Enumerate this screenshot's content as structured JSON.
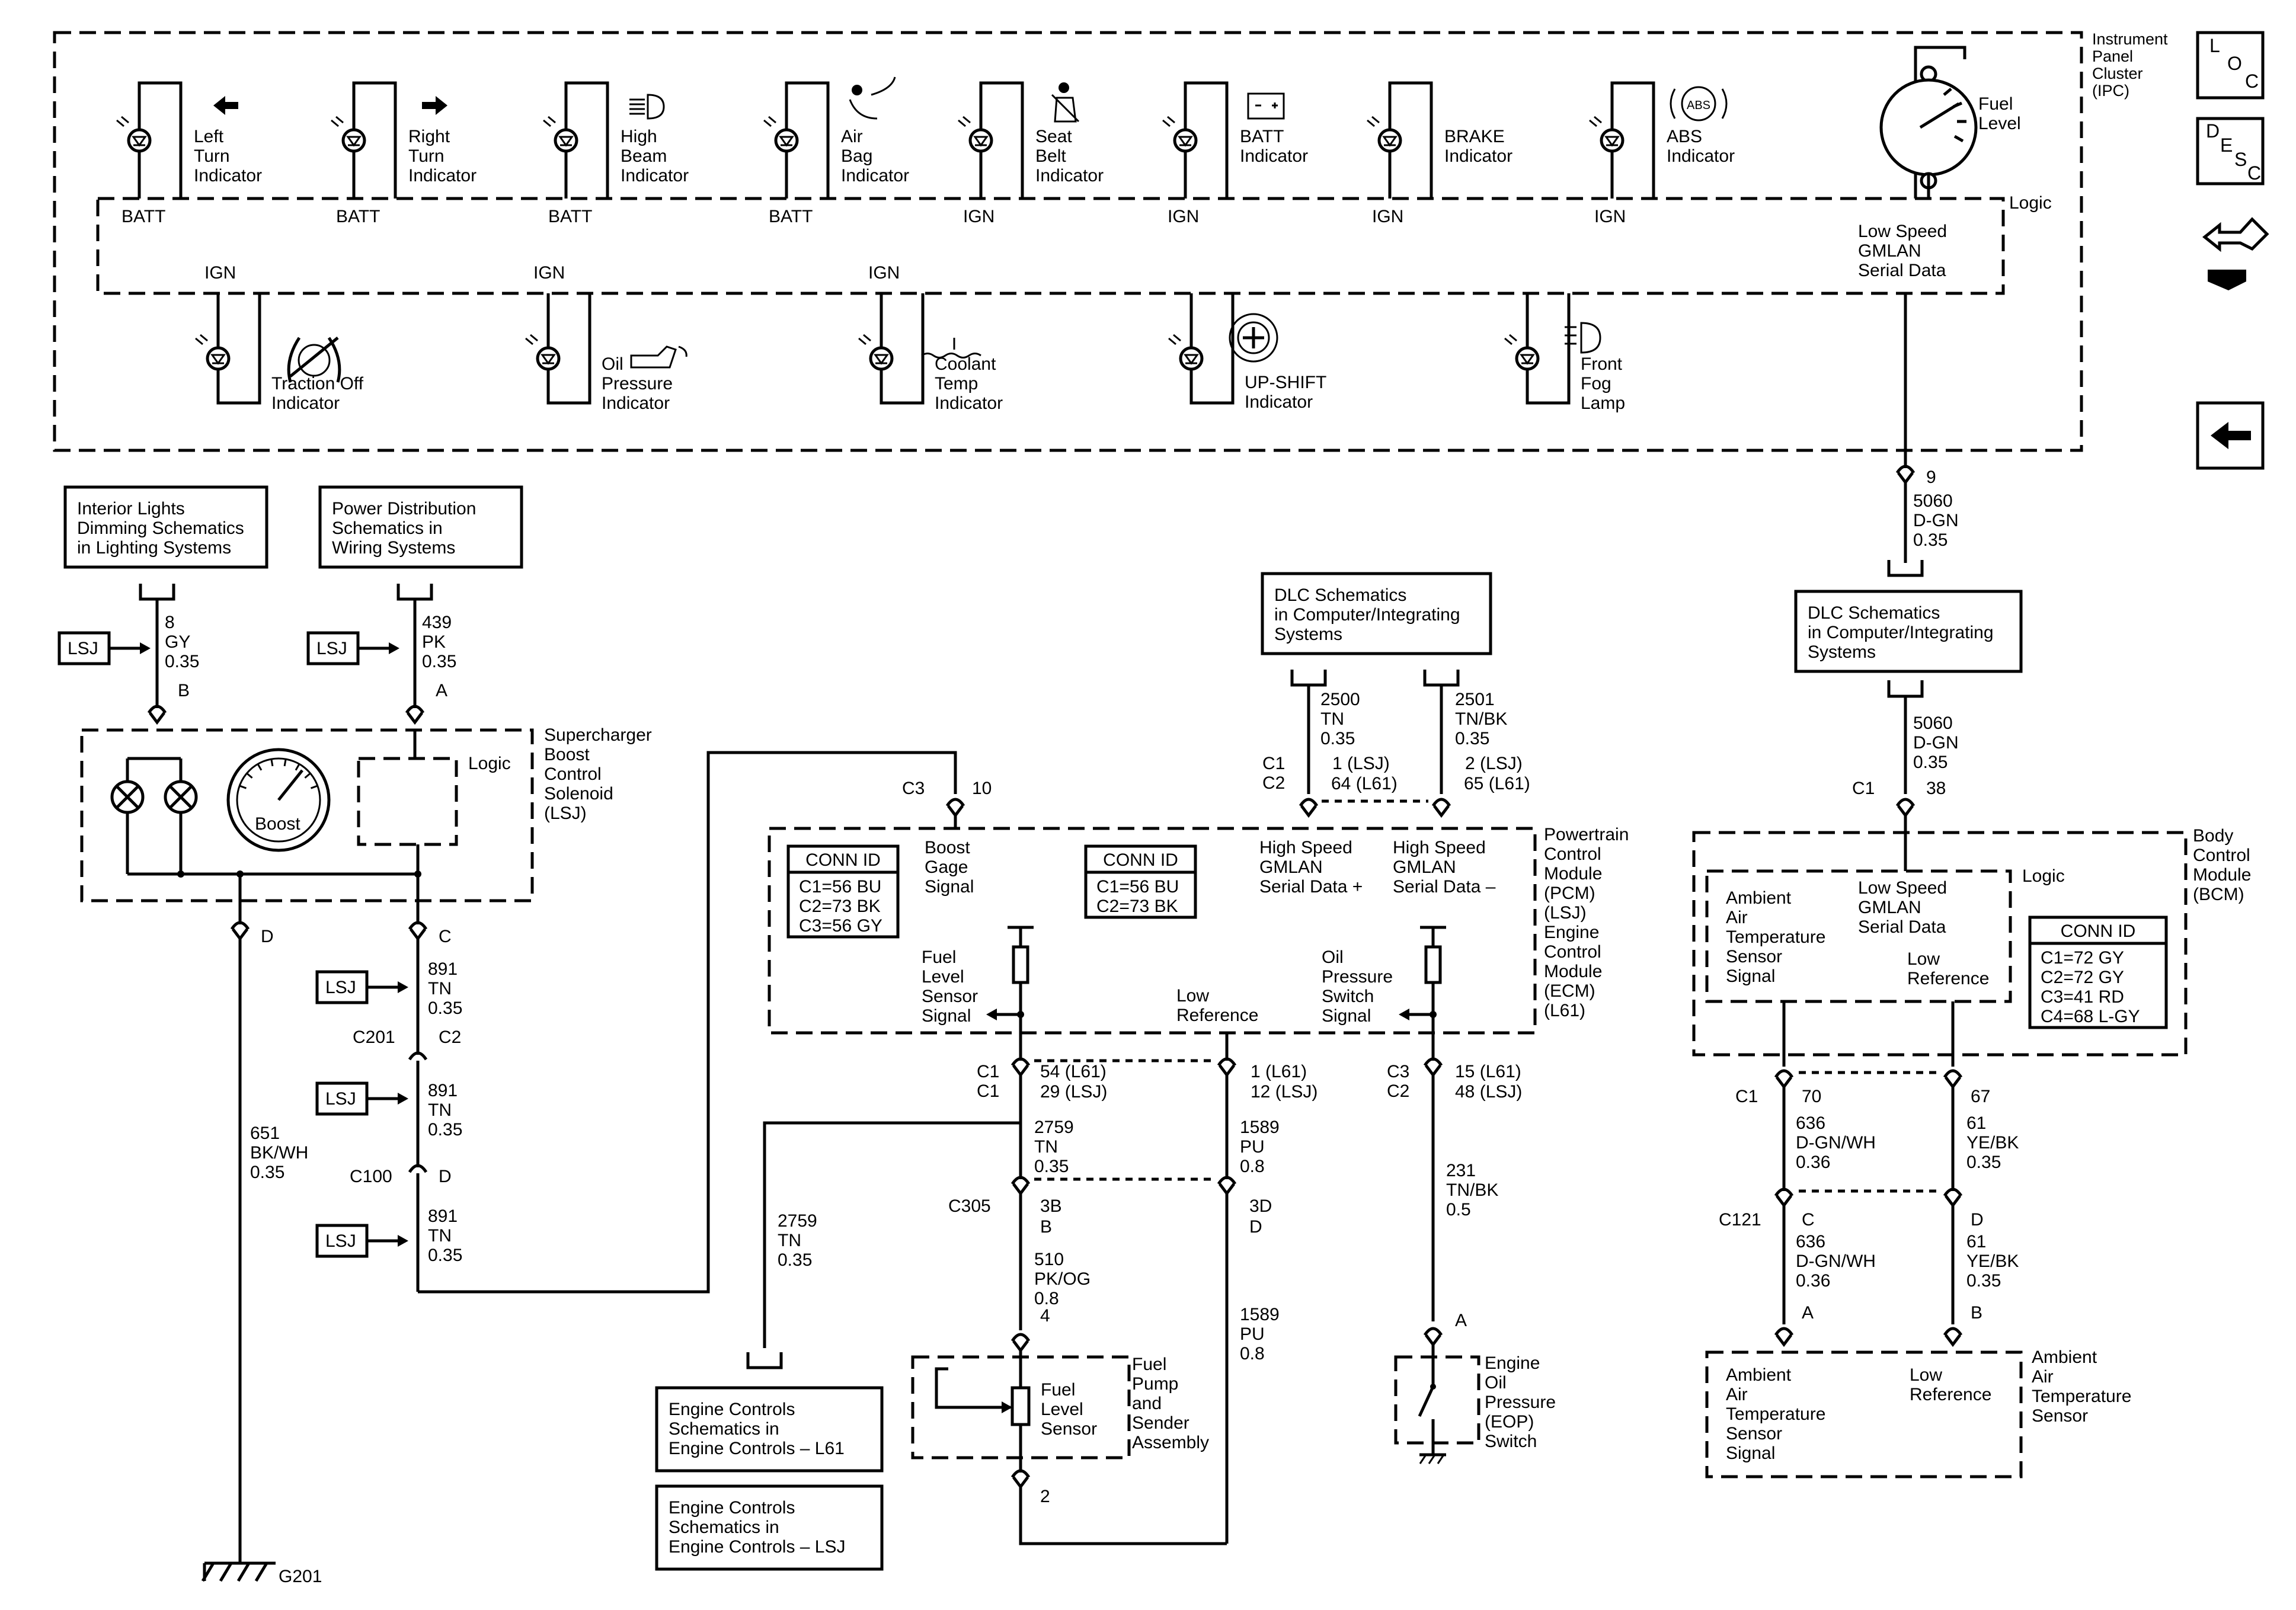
{
  "ipc": {
    "module_label": [
      "Instrument",
      "Panel",
      "Cluster",
      "(IPC)"
    ],
    "logic_label": "Logic",
    "top_indicators": [
      {
        "lines": [
          "Left",
          "Turn",
          "Indicator"
        ],
        "supply": "BATT",
        "icon": "left-arrow-icon"
      },
      {
        "lines": [
          "Right",
          "Turn",
          "Indicator"
        ],
        "supply": "BATT",
        "icon": "right-arrow-icon"
      },
      {
        "lines": [
          "High",
          "Beam",
          "Indicator"
        ],
        "supply": "BATT",
        "icon": "high-beam-icon"
      },
      {
        "lines": [
          "Air",
          "Bag",
          "Indicator"
        ],
        "supply": "BATT",
        "icon": "airbag-icon"
      },
      {
        "lines": [
          "Seat",
          "Belt",
          "Indicator"
        ],
        "supply": "IGN",
        "icon": "seat-belt-icon"
      },
      {
        "lines": [
          "BATT",
          "Indicator"
        ],
        "supply": "IGN",
        "icon": "battery-icon"
      },
      {
        "lines": [
          "BRAKE",
          "Indicator"
        ],
        "supply": "IGN",
        "icon": "none"
      },
      {
        "lines": [
          "ABS",
          "Indicator"
        ],
        "supply": "IGN",
        "icon": "abs-icon"
      }
    ],
    "abs_icon_text": "ABS",
    "fuel_gauge": [
      "Fuel",
      "Level"
    ],
    "low_speed_gmlan": [
      "Low Speed",
      "GMLAN",
      "Serial Data"
    ],
    "bottom_indicators": [
      {
        "lines": [
          "Traction Off",
          "Indicator"
        ],
        "supply": "IGN",
        "icon": "traction-off-icon"
      },
      {
        "lines": [
          "Oil",
          "Pressure",
          "Indicator"
        ],
        "supply": "IGN",
        "icon": "oil-can-icon"
      },
      {
        "lines": [
          "Coolant",
          "Temp",
          "Indicator"
        ],
        "supply": "IGN",
        "icon": "coolant-icon"
      },
      {
        "lines": [
          "UP-SHIFT",
          "Indicator"
        ],
        "supply": "",
        "icon": "gear-icon"
      },
      {
        "lines": [
          "Front",
          "Fog",
          "Lamp"
        ],
        "supply": "",
        "icon": "fog-lamp-icon"
      }
    ]
  },
  "side_icons": {
    "loc": [
      "L",
      "O",
      "C"
    ],
    "desc": [
      "D",
      "E",
      "S",
      "C"
    ]
  },
  "ref_boxes": {
    "interior_lights": [
      "Interior Lights",
      "Dimming Schematics",
      "in Lighting Systems"
    ],
    "power_distribution": [
      "Power Distribution",
      "Schematics in",
      "Wiring Systems"
    ],
    "dlc_pcm": [
      "DLC Schematics",
      "in Computer/Integrating",
      "Systems"
    ],
    "dlc_bcm": [
      "DLC Schematics",
      "in Computer/Integrating",
      "Systems"
    ],
    "engine_l61": [
      "Engine Controls",
      "Schematics in",
      "Engine Controls – L61"
    ],
    "engine_lsj": [
      "Engine Controls",
      "Schematics in",
      "Engine Controls – LSJ"
    ]
  },
  "lsj_tag": "LSJ",
  "supercharger": {
    "label": [
      "Supercharger",
      "Boost",
      "Control",
      "Solenoid",
      "(LSJ)"
    ],
    "logic": "Logic",
    "gauge_label": "Boost"
  },
  "wires": {
    "w8": [
      "8",
      "GY",
      "0.35"
    ],
    "w439": [
      "439",
      "PK",
      "0.35"
    ],
    "w651": [
      "651",
      "BK/WH",
      "0.35"
    ],
    "w891a": [
      "891",
      "TN",
      "0.35"
    ],
    "w891b": [
      "891",
      "TN",
      "0.35"
    ],
    "w891c": [
      "891",
      "TN",
      "0.35"
    ],
    "w5060a": [
      "5060",
      "D-GN",
      "0.35"
    ],
    "w5060b": [
      "5060",
      "D-GN",
      "0.35"
    ],
    "w2500": [
      "2500",
      "TN",
      "0.35"
    ],
    "w2501": [
      "2501",
      "TN/BK",
      "0.35"
    ],
    "w2759a": [
      "2759",
      "TN",
      "0.35"
    ],
    "w2759b": [
      "2759",
      "TN",
      "0.35"
    ],
    "w1589a": [
      "1589",
      "PU",
      "0.8"
    ],
    "w1589b": [
      "1589",
      "PU",
      "0.8"
    ],
    "w510": [
      "510",
      "PK/OG",
      "0.8"
    ],
    "w231": [
      "231",
      "TN/BK",
      "0.5"
    ],
    "w636a": [
      "636",
      "D-GN/WH",
      "0.36"
    ],
    "w636b": [
      "636",
      "D-GN/WH",
      "0.36"
    ],
    "w61a": [
      "61",
      "YE/BK",
      "0.35"
    ],
    "w61b": [
      "61",
      "YE/BK",
      "0.35"
    ]
  },
  "pins": {
    "ipc9": "9",
    "b": "B",
    "a": "A",
    "c": "C",
    "d": "D",
    "c201": "C201",
    "c2": "C2",
    "c100": "C100",
    "d2": "D",
    "c3_10": [
      "C3",
      "10"
    ],
    "c1_38": [
      "C1",
      "38"
    ],
    "pcm_c1c2": [
      "C1",
      "C2"
    ],
    "pin_1lsj": "1 (LSJ)",
    "pin_64l61": "64 (L61)",
    "pin_2lsj": "2 (LSJ)",
    "pin_65l61": "65 (L61)",
    "fuel_c1": [
      "C1",
      "C1"
    ],
    "pin_54": "54 (L61)",
    "pin_29": "29 (LSJ)",
    "lowref_1": "1 (L61)",
    "lowref_12": "12 (LSJ)",
    "oil_c3c2": [
      "C3",
      "C2"
    ],
    "pin_15": "15 (L61)",
    "pin_48": "48 (LSJ)",
    "c305": "C305",
    "p3b": "3B",
    "pb": "B",
    "p3d": "3D",
    "pd": "D",
    "p4": "4",
    "p2": "2",
    "eop_a": "A",
    "bcm_c1": "C1",
    "p70": "70",
    "p67": "67",
    "c121": "C121",
    "pc": "C",
    "pd2": "D",
    "pa": "A",
    "pb2": "B",
    "g201": "G201"
  },
  "pcm": {
    "label": [
      "Powertrain",
      "Control",
      "Module",
      "(PCM)",
      "(LSJ)",
      "Engine",
      "Control",
      "Module",
      "(ECM)",
      "(L61)"
    ],
    "conn_id1": {
      "title": "CONN ID",
      "rows": [
        "C1=56 BU",
        "C2=73 BK",
        "C3=56 GY"
      ]
    },
    "conn_id2": {
      "title": "CONN ID",
      "rows": [
        "C1=56 BU",
        "C2=73 BK"
      ]
    },
    "boost_signal": [
      "Boost",
      "Gage",
      "Signal"
    ],
    "hs_plus": [
      "High Speed",
      "GMLAN",
      "Serial Data +"
    ],
    "hs_minus": [
      "High Speed",
      "GMLAN",
      "Serial Data –"
    ],
    "fuel_signal": [
      "Fuel",
      "Level",
      "Sensor",
      "Signal"
    ],
    "low_ref": [
      "Low",
      "Reference"
    ],
    "oil_signal": [
      "Oil",
      "Pressure",
      "Switch",
      "Signal"
    ]
  },
  "bcm": {
    "label": [
      "Body",
      "Control",
      "Module",
      "(BCM)"
    ],
    "logic": "Logic",
    "conn_id": {
      "title": "CONN ID",
      "rows": [
        "C1=72 GY",
        "C2=72 GY",
        "C3=41 RD",
        "C4=68 L-GY"
      ]
    },
    "amb_signal": [
      "Ambient",
      "Air",
      "Temperature",
      "Sensor",
      "Signal"
    ],
    "low_speed": [
      "Low Speed",
      "GMLAN",
      "Serial Data"
    ],
    "low_ref": [
      "Low",
      "Reference"
    ]
  },
  "fuel_pump": {
    "label": [
      "Fuel",
      "Pump",
      "and",
      "Sender",
      "Assembly"
    ],
    "sensor": [
      "Fuel",
      "Level",
      "Sensor"
    ]
  },
  "eop": [
    "Engine",
    "Oil",
    "Pressure",
    "(EOP)",
    "Switch"
  ],
  "ambient_sensor": {
    "label": [
      "Ambient",
      "Air",
      "Temperature",
      "Sensor"
    ],
    "signal": [
      "Ambient",
      "Air",
      "Temperature",
      "Sensor",
      "Signal"
    ],
    "low_ref": [
      "Low",
      "Reference"
    ]
  }
}
